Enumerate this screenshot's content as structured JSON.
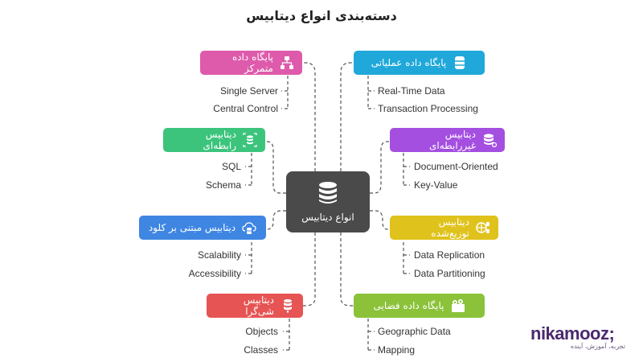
{
  "title": "دسته‌بندی انواع دیتابیس",
  "center": {
    "label": "انواع دیتابیس",
    "icon": "database-icon"
  },
  "nodes": {
    "operational": {
      "label": "پایگاه داده عملیاتی",
      "color": "#1fa8d9",
      "icon": "database-icon",
      "items": [
        "Real-Time Data",
        "Transaction Processing"
      ]
    },
    "centralized": {
      "label": "پایگاه داده متمرکز",
      "color": "#de5aab",
      "icon": "server-network-icon",
      "items": [
        "Single Server",
        "Central Control"
      ]
    },
    "relational": {
      "label": "دیتابیس رابطه‌ای",
      "color": "#3cc47c",
      "icon": "relational-db-icon",
      "items": [
        "SQL",
        "Schema"
      ]
    },
    "nonrelational": {
      "label": "دیتابیس غیررابطه‌ای",
      "color": "#a44fe0",
      "icon": "nosql-db-icon",
      "items": [
        "Document-Oriented",
        "Key-Value"
      ]
    },
    "cloud": {
      "label": "دیتابیس مبتنی بر کلود",
      "color": "#3f86e3",
      "icon": "cloud-db-icon",
      "items": [
        "Scalability",
        "Accessibility"
      ]
    },
    "distributed": {
      "label": "دیتابیس توزیع‌شده",
      "color": "#dfc21c",
      "icon": "distributed-db-icon",
      "items": [
        "Data Replication",
        "Data Partitioning"
      ]
    },
    "objectoriented": {
      "label": "دیتابیس شی‌گرا",
      "color": "#e65454",
      "icon": "object-db-icon",
      "items": [
        "Objects",
        "Classes"
      ]
    },
    "spatial": {
      "label": "پایگاه داده فضایی",
      "color": "#8bc23a",
      "icon": "map-pins-icon",
      "items": [
        "Geographic Data",
        "Mapping"
      ]
    }
  },
  "logo": {
    "word": "nikamooz;",
    "tagline": "تجربه، آموزش، آینده"
  }
}
